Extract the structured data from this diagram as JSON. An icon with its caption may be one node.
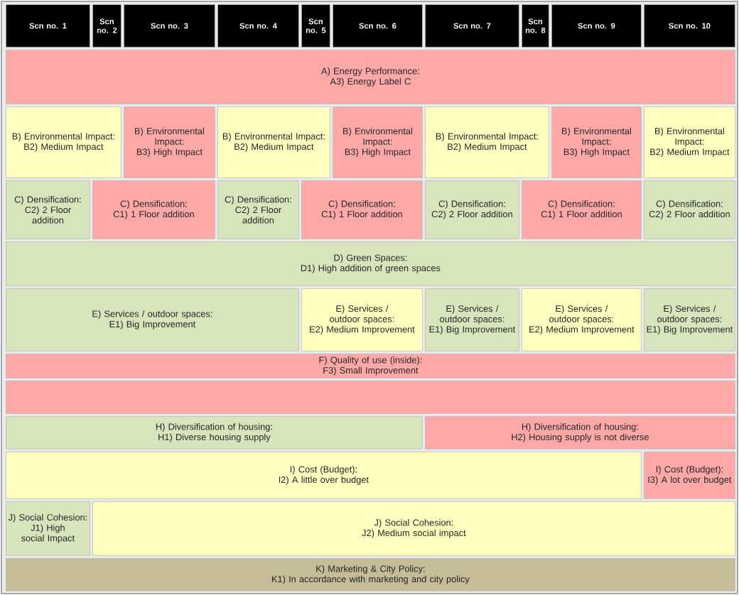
{
  "diagram": {
    "nodes": [
      {
        "text": [
          "Scn no. 1"
        ]
      },
      {
        "text": [
          "Scn no. 2"
        ]
      },
      {
        "text": [
          "Scn no. 3"
        ]
      },
      {
        "text": [
          "Scn no. 4"
        ]
      },
      {
        "text": [
          "Scn no. 5"
        ]
      },
      {
        "text": [
          "Scn no. 6"
        ]
      },
      {
        "text": [
          "Scn no. 7"
        ]
      },
      {
        "text": [
          "Scn no. 8"
        ]
      },
      {
        "text": [
          "Scn no. 9"
        ]
      },
      {
        "text": [
          "Scn no. 10"
        ]
      },
      {
        "text": [
          "A) Energy Performance:",
          "A3) Energy Label C"
        ]
      },
      {
        "text": [
          "B) Environmental Impact:",
          "B2) Medium Impact"
        ]
      },
      {
        "text": [
          "B) Environmental Impact:",
          "B3) High Impact"
        ]
      },
      {
        "text": [
          "B) Environmental Impact:",
          "B2) Medium Impact"
        ]
      },
      {
        "text": [
          "B) Environmental Impact:",
          "B3) High Impact"
        ]
      },
      {
        "text": [
          "B) Environmental Impact:",
          "B2) Medium Impact"
        ]
      },
      {
        "text": [
          "B) Environmental Impact:",
          "B3) High Impact"
        ]
      },
      {
        "text": [
          "B) Environmental Impact:",
          "B2) Medium Impact"
        ]
      },
      {
        "text": [
          "C) Densification:",
          "C2) 2 Floor addition"
        ]
      },
      {
        "text": [
          "C) Densification:",
          "C1) 1 Floor addition"
        ]
      },
      {
        "text": [
          "C) Densification:",
          "C2) 2 Floor addition"
        ]
      },
      {
        "text": [
          "C) Densification:",
          "C1) 1 Floor addition"
        ]
      },
      {
        "text": [
          "C) Densification:",
          "C2) 2 Floor addition"
        ]
      },
      {
        "text": [
          "C) Densification:",
          "C1) 1 Floor addition"
        ]
      },
      {
        "text": [
          "C) Densification:",
          "C2) 2 Floor addition"
        ]
      },
      {
        "text": [
          "D) Green Spaces:",
          "D1) High addition of green spaces"
        ]
      },
      {
        "text": [
          "E) Services / outdoor spaces:",
          "E1) Big Improvement"
        ]
      },
      {
        "text": [
          "E) Services / outdoor spaces:",
          "E2) Medium Improvement"
        ]
      },
      {
        "text": [
          "E) Services / outdoor spaces:",
          "E1) Big Improvement"
        ]
      },
      {
        "text": [
          "E) Services / outdoor spaces:",
          "E2) Medium Improvement"
        ]
      },
      {
        "text": [
          "E) Services / outdoor spaces:",
          "E1) Big Improvement"
        ]
      },
      {
        "text": [
          "F) Quality of use (inside):",
          "F3) Small Improvement"
        ]
      },
      {
        "text": [],
        "shape": "box"
      },
      {
        "text": [
          "H) Diversification of housing:",
          "H1) Diverse housing supply"
        ]
      },
      {
        "text": [
          "H) Diversification of housing:",
          "H2) Housing supply is not diverse"
        ]
      },
      {
        "text": [
          "I) Cost (Budget):",
          "I2) A little over budget"
        ]
      },
      {
        "text": [
          "I) Cost (Budget):",
          "I3) A lot over budget"
        ]
      },
      {
        "text": [
          "J) Social Cohesion:",
          "J1) High social Impact"
        ]
      },
      {
        "text": [
          "J) Social Cohesion:",
          "J2) Medium social impact"
        ]
      },
      {
        "text": [
          "K) Marketing & City Policy:",
          "K1) In accordance with marketing and city policy"
        ]
      }
    ]
  }
}
